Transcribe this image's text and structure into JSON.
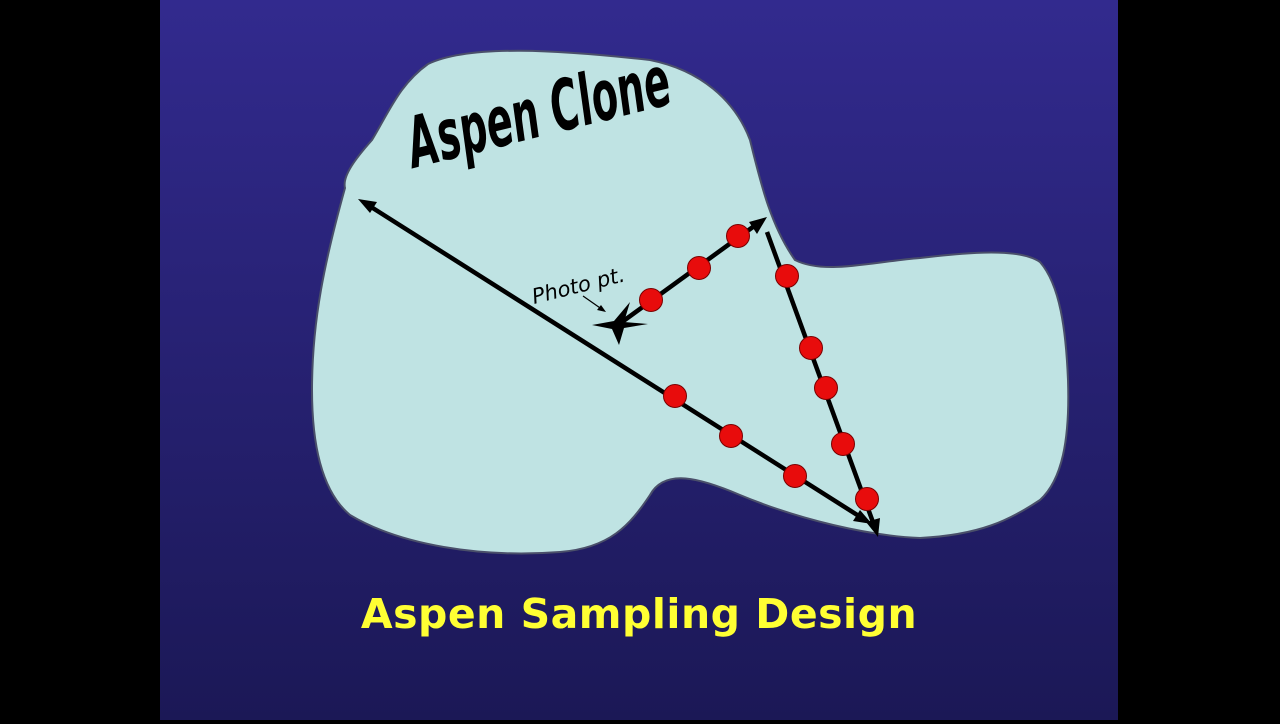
{
  "slide": {
    "title": "Aspen Sampling Design",
    "clone_label": "Aspen Clone",
    "photo_label": "Photo pt."
  },
  "colors": {
    "outer_background": "#000000",
    "slide_background_top": "#322a8e",
    "slide_background_bottom": "#1b1856",
    "clone_fill": "#bfe3e3",
    "clone_stroke": "#4a4f6a",
    "transect_line": "#000000",
    "sample_point": "#e80c0c",
    "title_text": "#ffff33"
  },
  "icons": {
    "photo_point": "four-point-star-icon",
    "arrowheads": "arrowhead-icon"
  },
  "design": {
    "transects": 3,
    "sample_points_per_transect": [
      3,
      3,
      5
    ]
  }
}
